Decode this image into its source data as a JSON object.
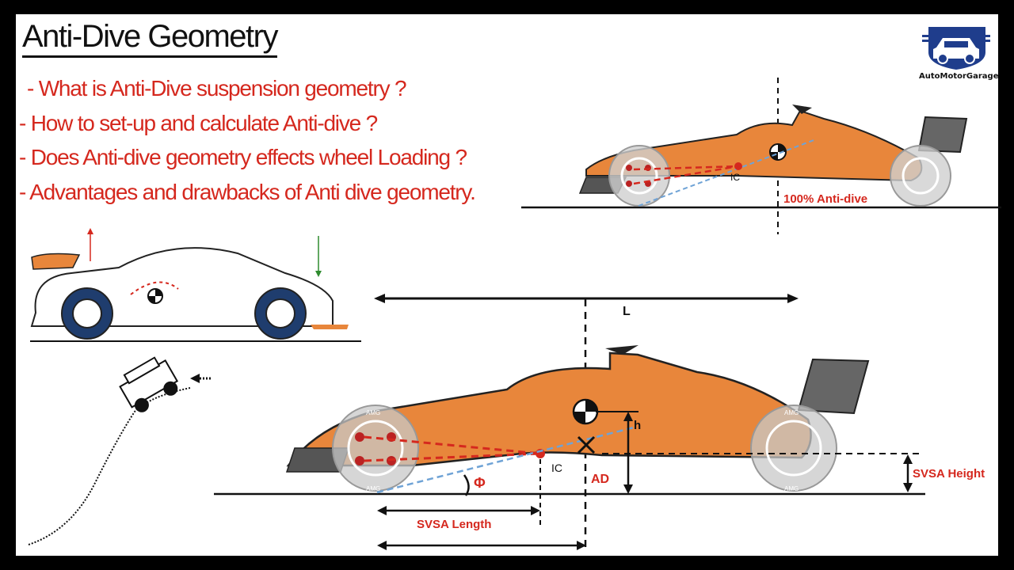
{
  "title": "Anti-Dive Geometry",
  "questions": [
    "- What is Anti-Dive suspension geometry ?",
    "- How to set-up and calculate Anti-dive ?",
    "- Does Anti-dive geometry effects wheel Loading ?",
    "- Advantages and drawbacks of Anti dive geometry."
  ],
  "logo": {
    "name": "AutoMotorGarage",
    "icon": "car-shield-icon"
  },
  "top_diagram": {
    "label": "100% Anti-dive",
    "ic_label": "IC"
  },
  "main_diagram": {
    "wheelbase_label": "L",
    "cg_height_label": "h",
    "anti_dive_label": "AD",
    "ic_label": "IC",
    "angle_label": "Φ",
    "svsa_length_label": "SVSA Length",
    "svsa_height_label": "SVSA Height"
  },
  "tire_brand": "AMG",
  "colors": {
    "accent_red": "#d5281e",
    "car_orange": "#e8863b",
    "guide_blue": "#6fa3d6"
  }
}
